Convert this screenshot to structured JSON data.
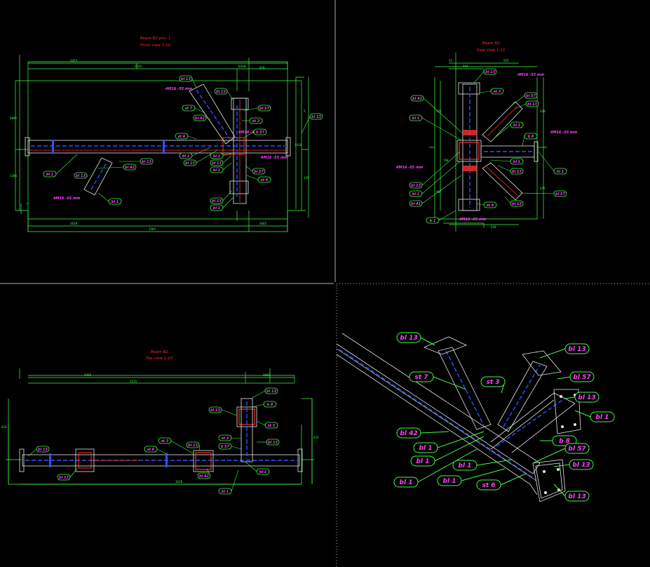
{
  "colors": {
    "background": "#000000",
    "title": "#ff2a2a",
    "dimension": "#3cff3c",
    "tag_text": "#ff40ff",
    "steel": "#e8e8e8",
    "axis": "#3050ff",
    "viewport_border": "#b0b0b0"
  },
  "front_view": {
    "title": "Beam B2  pos. 1",
    "subtitle": "Front view 1:10",
    "dims": [
      "3455",
      "2535",
      "6410",
      "1620",
      "3665",
      "1585",
      "5095",
      "1305",
      "5",
      "145",
      "1410",
      "410"
    ],
    "weld_notes": [
      "4M16 -55 mm",
      "4M16 -55 mm",
      "4M16 -55 mm",
      "4M16 -55 mm"
    ],
    "tags": [
      "bl 13",
      "bl 13",
      "st 7",
      "bl 57",
      "st 3",
      "bl 42",
      "st 6",
      "b 57",
      "bl 1",
      "bl 13",
      "bl 1",
      "bl 13",
      "bl 1",
      "bl 57",
      "st 6",
      "bl 13",
      "bl 13",
      "bl 1",
      "bl 13",
      "bl 1",
      "bl 42",
      "bl 13",
      "bl 1"
    ]
  },
  "side_view": {
    "title": "Beam B2",
    "subtitle": "Side view 1:10",
    "dims": [
      "53",
      "555",
      "444",
      "425",
      "150",
      "407",
      "320",
      "475",
      "650"
    ],
    "weld_notes": [
      "4M16 -55 mm",
      "4M16 -55 mm",
      "4M16 -55 mm",
      "4M16 -55 mm"
    ],
    "tags": [
      "bl 13",
      "st 3",
      "bl 42",
      "bl 57",
      "bl 1",
      "bl 13",
      "bl 1",
      "b 8",
      "bl 1",
      "bl 13",
      "bl 1",
      "bl 13",
      "bl 1",
      "bl 57",
      "bl 41",
      "st 6",
      "bl 13",
      "b 1"
    ]
  },
  "top_view": {
    "title": "Beam B2",
    "subtitle": "Top view 1:10",
    "dims": [
      "3455",
      "2535",
      "1620",
      "3665",
      "410",
      "625"
    ],
    "tags": [
      "bl 13",
      "bl 13",
      "b 8",
      "bl 13",
      "st 5",
      "bl 13",
      "st 3",
      "b 57",
      "st 6",
      "st 3",
      "bl 13",
      "bl 13",
      "bl 1",
      "bl 42",
      "bl 1"
    ]
  },
  "iso_view": {
    "tags": [
      "bl 13",
      "bl 13",
      "st 7",
      "st 3",
      "bl 57",
      "bl 13",
      "bl 1",
      "bl 42",
      "bl 1",
      "bl 1",
      "b 8",
      "bl 57",
      "bl 1",
      "bl 13",
      "bl 1",
      "bl 1",
      "st 6",
      "bl 13"
    ]
  }
}
